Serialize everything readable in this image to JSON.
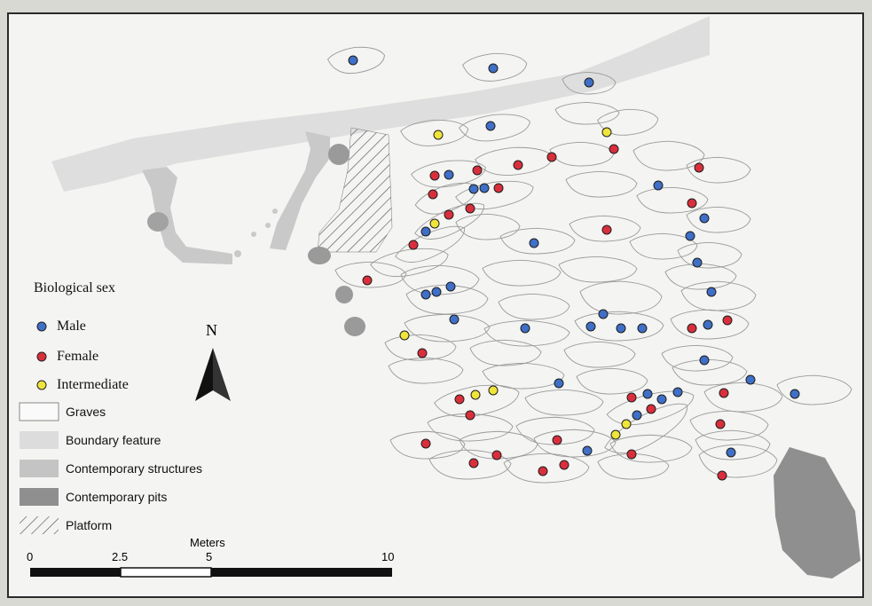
{
  "legend": {
    "title": "Biological sex",
    "sex_items": [
      {
        "label": "Male",
        "color": "#3f6fc6"
      },
      {
        "label": "Female",
        "color": "#d92f3c"
      },
      {
        "label": "Intermediate",
        "color": "#efe53a"
      }
    ],
    "feature_items": [
      {
        "label": "Graves",
        "style": "outline"
      },
      {
        "label": "Boundary feature",
        "color": "#dcdcdc"
      },
      {
        "label": "Contemporary structures",
        "color": "#c4c4c4"
      },
      {
        "label": "Contemporary pits",
        "color": "#8f8f8f"
      },
      {
        "label": "Platform",
        "style": "hatch"
      }
    ]
  },
  "north_arrow": {
    "label": "N"
  },
  "scale_bar": {
    "title": "Meters",
    "ticks": [
      "0",
      "2.5",
      "5",
      "10"
    ]
  },
  "colors": {
    "male": "#3f6fc6",
    "female": "#d92f3c",
    "intermediate": "#efe53a",
    "boundary": "#dcdcdc",
    "structures": "#c4c4c4",
    "pits": "#8f8f8f",
    "grave_outline": "#9a9a9a"
  }
}
